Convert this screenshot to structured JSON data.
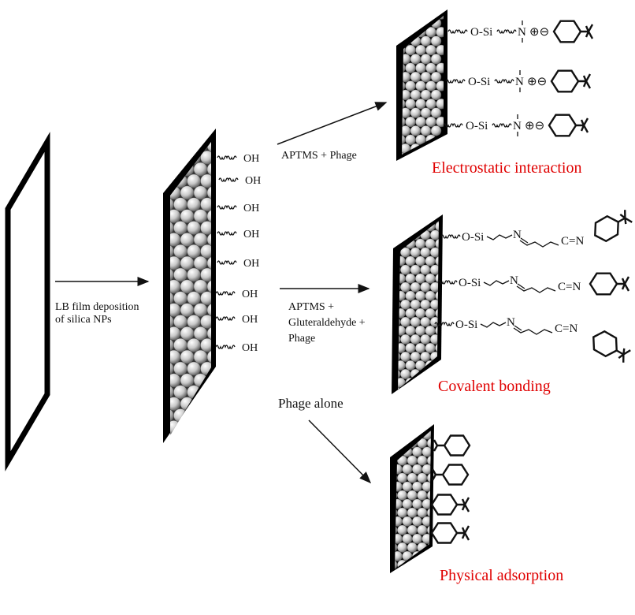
{
  "diagram": {
    "step1_label_line1": "LB film deposition",
    "step1_label_line2": "of silica NPs",
    "surface_group": "OH",
    "route_electrostatic": "APTMS + Phage",
    "route_covalent_line1": "APTMS +",
    "route_covalent_line2": "Gluteraldehyde +",
    "route_covalent_line3": "Phage",
    "route_physical": "Phage alone",
    "result_electrostatic": "Electrostatic interaction",
    "result_covalent": "Covalent bonding",
    "result_physical": "Physical adsorption",
    "chem_osi": "O-Si",
    "chem_n": "N",
    "chem_charges": "⊕⊖",
    "chem_cn": "C=N",
    "result_color": "#e00000",
    "sphere_color": "#c8c8c8"
  }
}
